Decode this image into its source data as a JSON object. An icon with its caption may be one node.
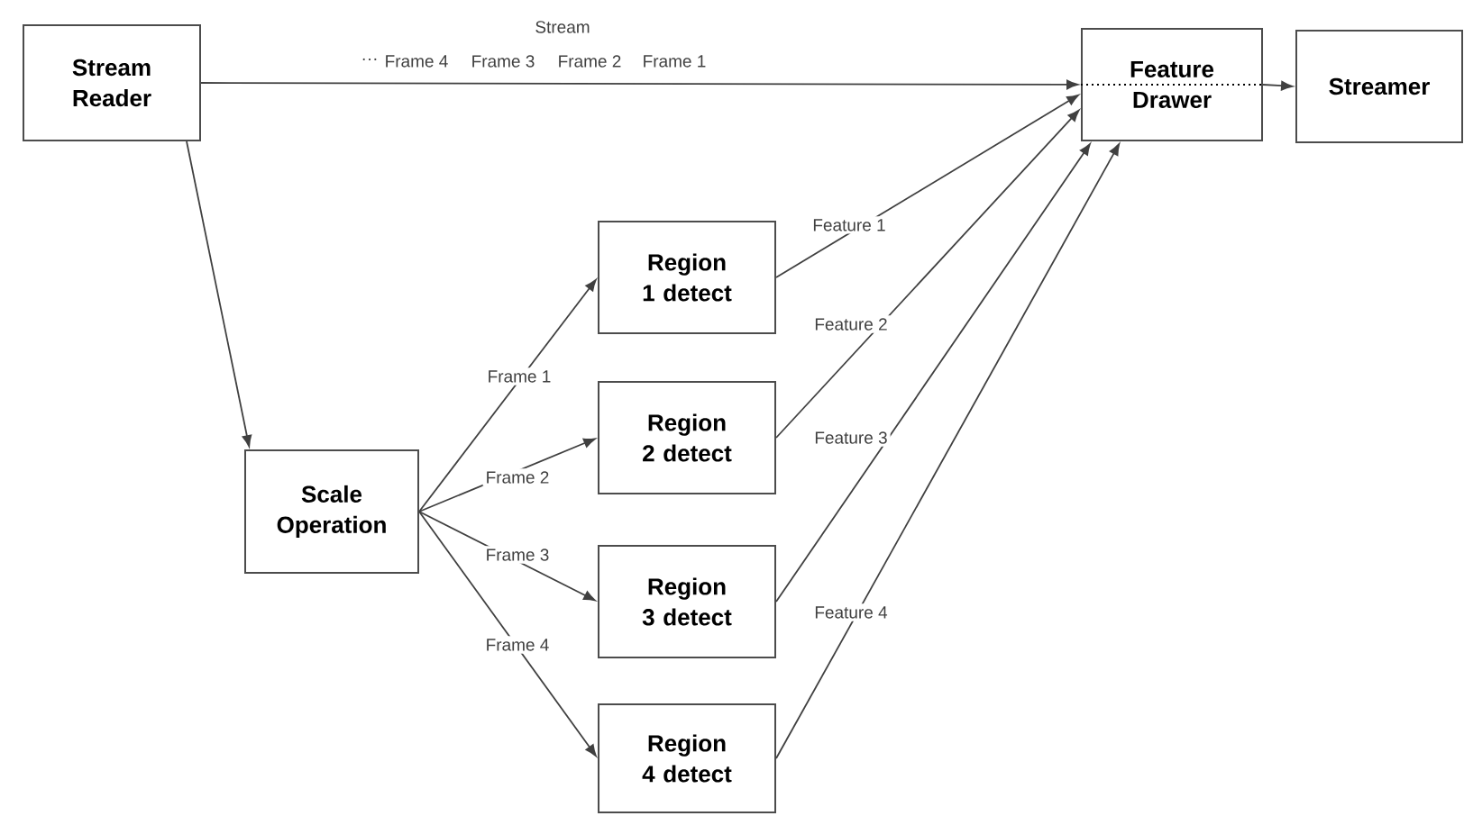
{
  "diagram": {
    "nodes": [
      {
        "text": [
          "Stream Reader"
        ]
      },
      {
        "text": [
          "Feature Drawer"
        ]
      },
      {
        "text": [
          "Streamer"
        ]
      },
      {
        "text": [
          "Scale Operation"
        ]
      },
      {
        "text": [
          "Region 1 detect"
        ]
      },
      {
        "text": [
          "Region 2 detect"
        ]
      },
      {
        "text": [
          "Region 3 detect"
        ]
      },
      {
        "text": [
          "Region 4 detect"
        ]
      }
    ],
    "edges": [
      {
        "from": 0,
        "to": 1,
        "arrow": "to",
        "label": "Stream"
      },
      {
        "from": 1,
        "to": 2,
        "arrow": "to"
      },
      {
        "from": 0,
        "to": 3,
        "arrow": "to"
      },
      {
        "from": 3,
        "to": 4,
        "arrow": "to",
        "label": "Frame 1"
      },
      {
        "from": 3,
        "to": 5,
        "arrow": "to",
        "label": "Frame 2"
      },
      {
        "from": 3,
        "to": 6,
        "arrow": "to",
        "label": "Frame 3"
      },
      {
        "from": 3,
        "to": 7,
        "arrow": "to",
        "label": "Frame 4"
      },
      {
        "from": 4,
        "to": 1,
        "arrow": "to",
        "label": "Feature 1"
      },
      {
        "from": 5,
        "to": 1,
        "arrow": "to",
        "label": "Feature 2"
      },
      {
        "from": 6,
        "to": 1,
        "arrow": "to",
        "label": "Feature 3"
      },
      {
        "from": 7,
        "to": 1,
        "arrow": "to",
        "label": "Feature 4"
      }
    ],
    "labels": [
      "···",
      "Frame 4",
      "Frame 3",
      "Frame 2",
      "Frame 1"
    ]
  }
}
